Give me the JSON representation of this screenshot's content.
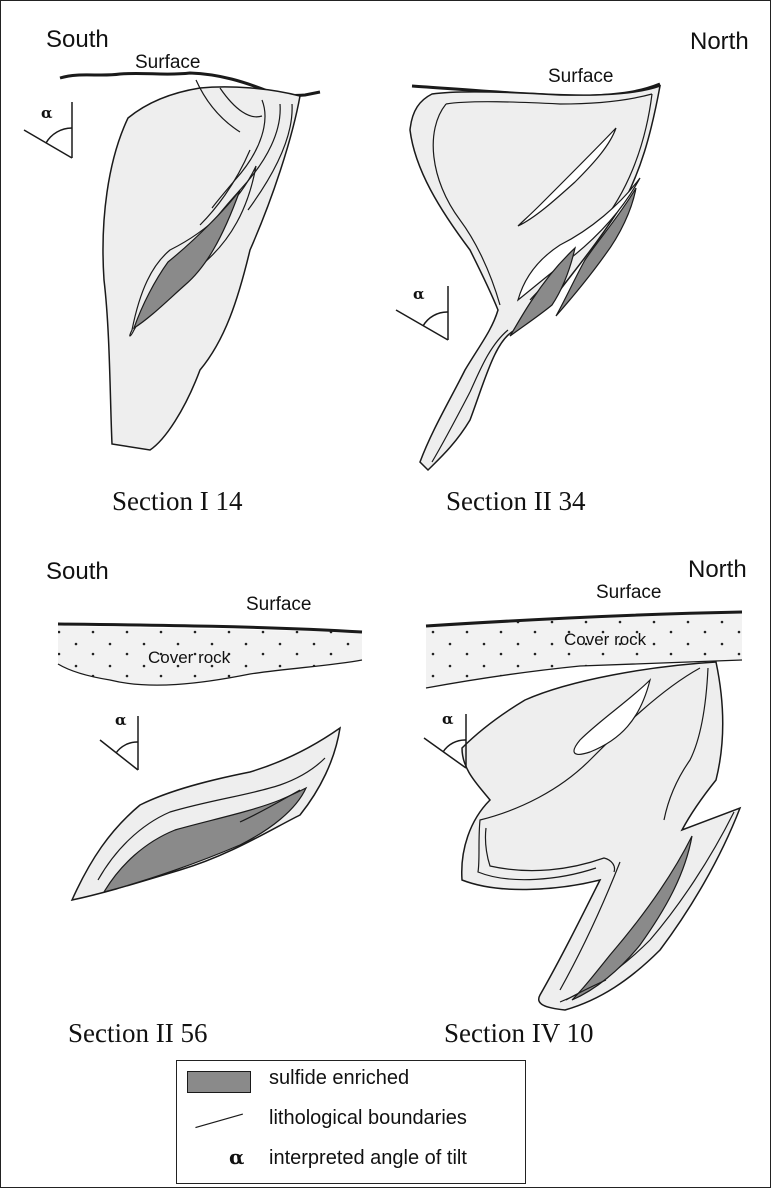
{
  "directions": {
    "top_left": "South",
    "top_right": "North",
    "bottom_left": "South",
    "bottom_right": "North"
  },
  "surface_label": "Surface",
  "cover_rock_label": "Cover rock",
  "alpha_symbol": "α",
  "sections": [
    {
      "title": "Section I 14"
    },
    {
      "title": "Section II 34"
    },
    {
      "title": "Section II 56"
    },
    {
      "title": "Section IV 10"
    }
  ],
  "legend": {
    "items": [
      {
        "label": "sulfide enriched",
        "symbol": "filled-box"
      },
      {
        "label": "lithological boundaries",
        "symbol": "line"
      },
      {
        "label": "interpreted angle of tilt",
        "symbol": "α"
      }
    ]
  },
  "colors": {
    "sulfide": "#8a8a8a",
    "body_fill": "#eeeeee",
    "cover_fill": "#f2f2f2",
    "line": "#1a1a1a"
  }
}
